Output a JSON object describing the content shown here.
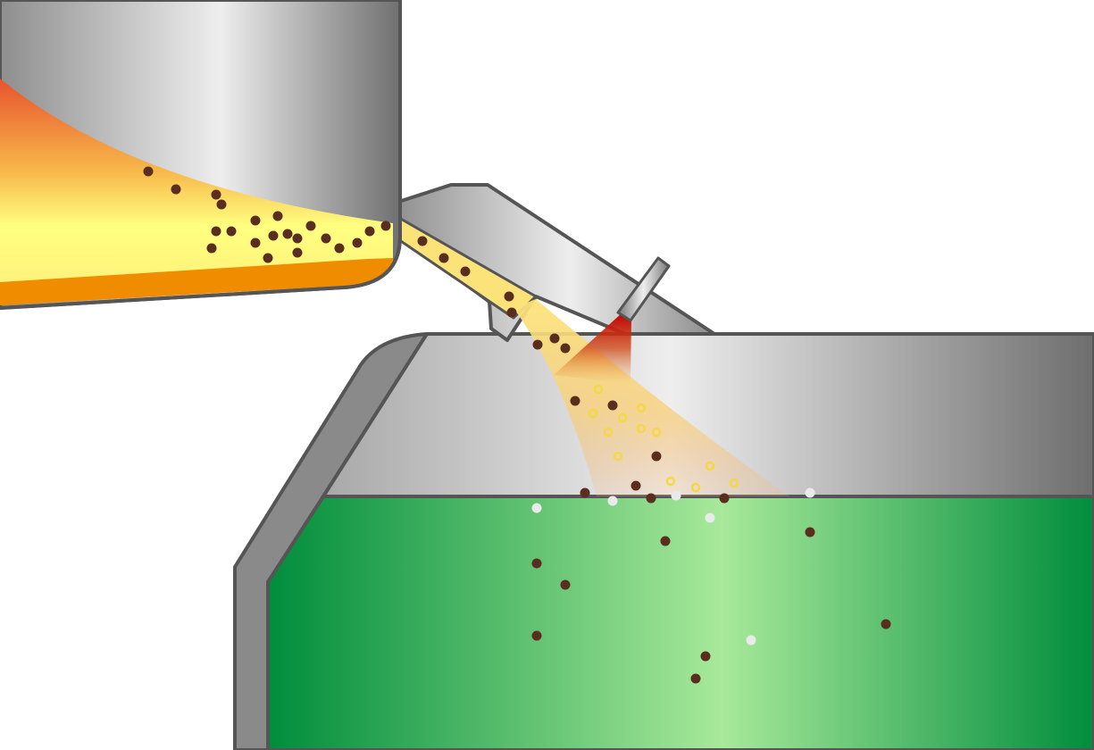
{
  "diagram": {
    "labels": [],
    "components": [
      {
        "id": "furnace",
        "kind": "tilted crucible with molten metal"
      },
      {
        "id": "pouring-spout",
        "kind": "launder / pouring channel"
      },
      {
        "id": "nozzle",
        "kind": "spray nozzle with red jet"
      },
      {
        "id": "tank",
        "kind": "vessel containing green liquid"
      }
    ]
  },
  "colors": {
    "steel_outline": "#555555",
    "molten_top": "#e8532e",
    "molten_mid": "#f7b84a",
    "molten_bright": "#ffff80",
    "molten_base": "#f08c00",
    "spray_jet": "#c00000",
    "liquid_dark": "#008d3c",
    "liquid_light": "#a8e99a",
    "particle_dark": "#5a2e1e",
    "droplet_yellow": "#f5d848",
    "bubble_white": "#eaeaea"
  }
}
